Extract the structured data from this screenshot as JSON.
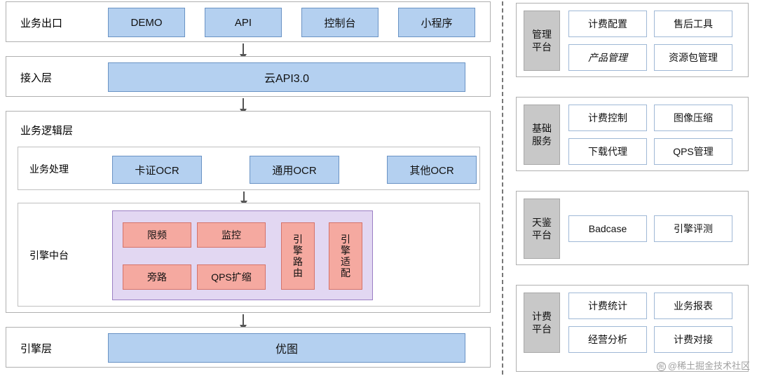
{
  "left": {
    "bands": [
      {
        "label": "业务出口"
      },
      {
        "label": "接入层"
      },
      {
        "label": "业务逻辑层"
      },
      {
        "label": "引擎层"
      }
    ],
    "exit_items": [
      "DEMO",
      "API",
      "控制台",
      "小程序"
    ],
    "access_item": "云API3.0",
    "logic": {
      "process_label": "业务处理",
      "process_items": [
        "卡证OCR",
        "通用OCR",
        "其他OCR"
      ],
      "engine_mid_label": "引擎中台",
      "engine_mid_items": [
        "限频",
        "监控",
        "旁路",
        "QPS扩缩"
      ],
      "engine_tall_items": [
        "引擎路由",
        "引擎适配"
      ]
    },
    "engine_item": "优图"
  },
  "right": {
    "groups": [
      {
        "label": "管理平台",
        "cells": [
          {
            "text": "计费配置",
            "italic": false
          },
          {
            "text": "售后工具",
            "italic": false
          },
          {
            "text": "产品管理",
            "italic": true
          },
          {
            "text": "资源包管理",
            "italic": false
          }
        ]
      },
      {
        "label": "基础服务",
        "cells": [
          {
            "text": "计费控制",
            "italic": false
          },
          {
            "text": "图像压缩",
            "italic": false
          },
          {
            "text": "下载代理",
            "italic": false
          },
          {
            "text": "QPS管理",
            "italic": false
          }
        ]
      },
      {
        "label": "天鉴平台",
        "cells": [
          {
            "text": "Badcase",
            "italic": false
          },
          {
            "text": "引擎评测",
            "italic": false
          }
        ]
      },
      {
        "label": "计费平台",
        "cells": [
          {
            "text": "计费统计",
            "italic": false
          },
          {
            "text": "业务报表",
            "italic": false
          },
          {
            "text": "经营分析",
            "italic": false
          },
          {
            "text": "计费对接",
            "italic": false
          }
        ]
      }
    ]
  },
  "watermark": "@稀土掘金技术社区"
}
